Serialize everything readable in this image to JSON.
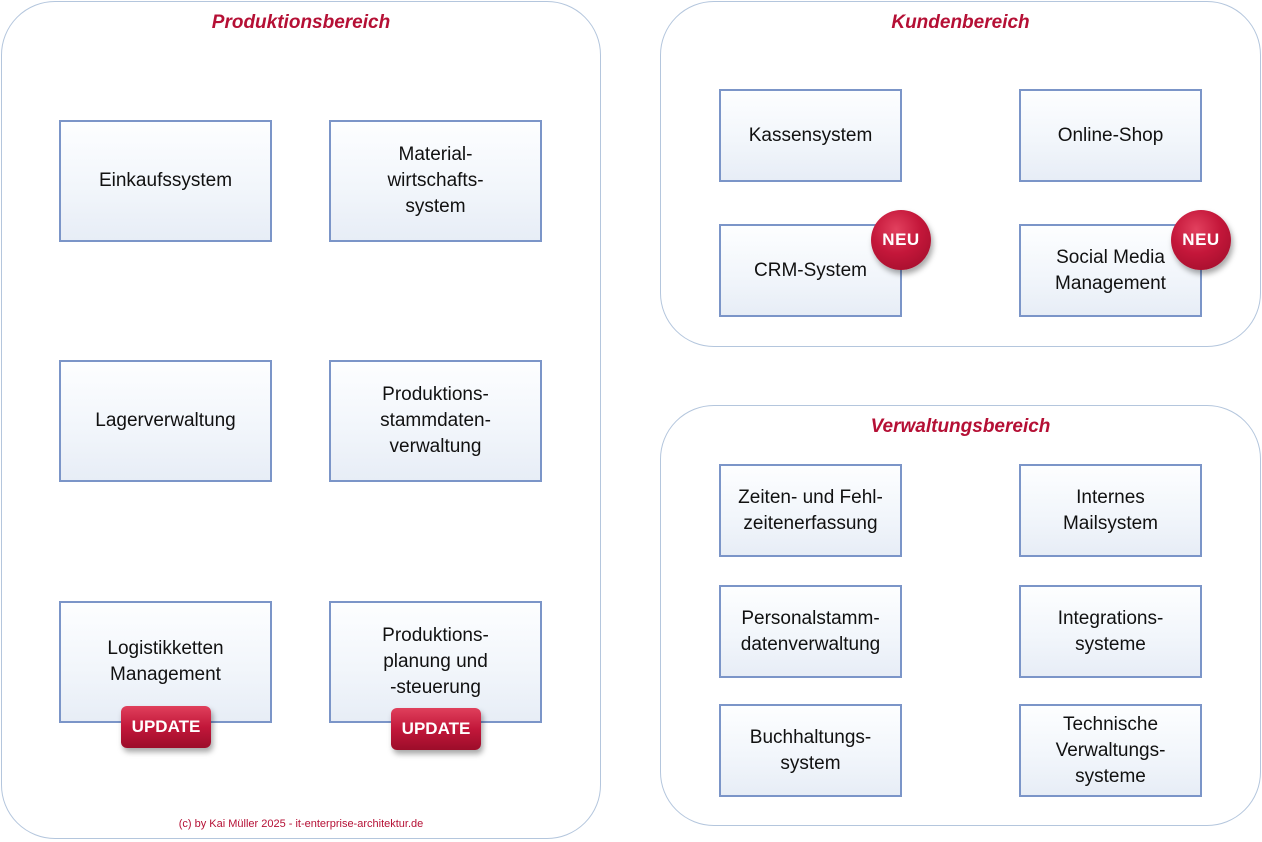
{
  "produktion": {
    "title": "Produktionsbereich",
    "systems": [
      "Einkaufssystem",
      "Material-\nwirtschafts-\nsystem",
      "Lagerverwaltung",
      "Produktions-\nstammdaten-\nverwaltung",
      "Logistikketten\nManagement",
      "Produktions-\nplanung und\n-steuerung"
    ],
    "badges": [
      "UPDATE",
      "UPDATE"
    ],
    "copyright": "(c) by Kai Müller 2025 - it-enterprise-architektur.de"
  },
  "kunden": {
    "title": "Kundenbereich",
    "systems": [
      "Kassensystem",
      "Online-Shop",
      "CRM-System",
      "Social Media\nManagement"
    ],
    "badges": [
      "NEU",
      "NEU"
    ]
  },
  "verwaltung": {
    "title": "Verwaltungsbereich",
    "systems": [
      "Zeiten- und Fehl-\nzeitenerfassung",
      "Internes\nMailsystem",
      "Personalstamm-\ndatenverwaltung",
      "Integrations-\nsysteme",
      "Buchhaltungs-\nsystem",
      "Technische\nVerwaltungs-\nsysteme"
    ]
  },
  "colors": {
    "accent": "#b51035",
    "box_border": "#7b95c8",
    "area_border": "#b4c6dd"
  }
}
